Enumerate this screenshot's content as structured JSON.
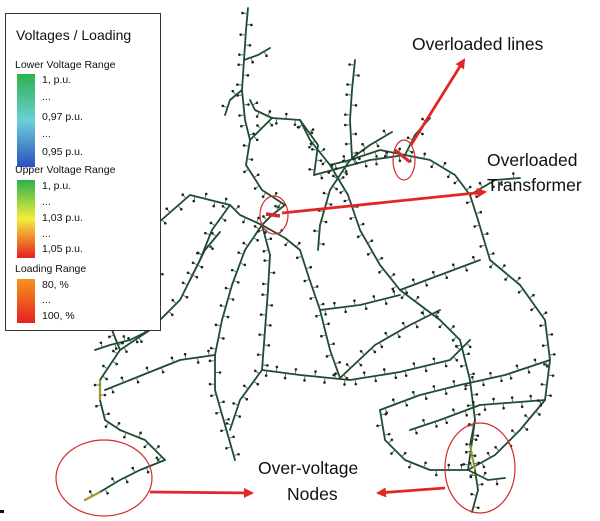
{
  "legend": {
    "title": "Voltages / Loading",
    "sections": [
      {
        "heading": "Lower Voltage Range",
        "labels": [
          "1, p.u.",
          "...",
          "0,97 p.u.",
          "...",
          "0,95 p.u."
        ],
        "colors": [
          "#2bb24c",
          "#6cd0d8",
          "#2b4fbf"
        ]
      },
      {
        "heading": "Upper Voltage Range",
        "labels": [
          "1, p.u.",
          "...",
          "1,03 p.u.",
          "...",
          "1,05 p.u."
        ],
        "colors": [
          "#2bb24c",
          "#f5ee3a",
          "#e62020"
        ]
      },
      {
        "heading": "Loading Range",
        "labels": [
          "80, %",
          "...",
          "100, %"
        ],
        "colors": [
          "#f7941d",
          "#e62020"
        ]
      }
    ]
  },
  "callouts": {
    "overloaded_lines": "Overloaded lines",
    "overloaded_transformer_1": "Overloaded",
    "overloaded_transformer_2": "Transformer",
    "over_voltage_1": "Over-voltage",
    "over_voltage_2": "Nodes"
  },
  "colors": {
    "line": "#1f4a32",
    "highlight": "#d62a2a",
    "node": "#222222"
  }
}
